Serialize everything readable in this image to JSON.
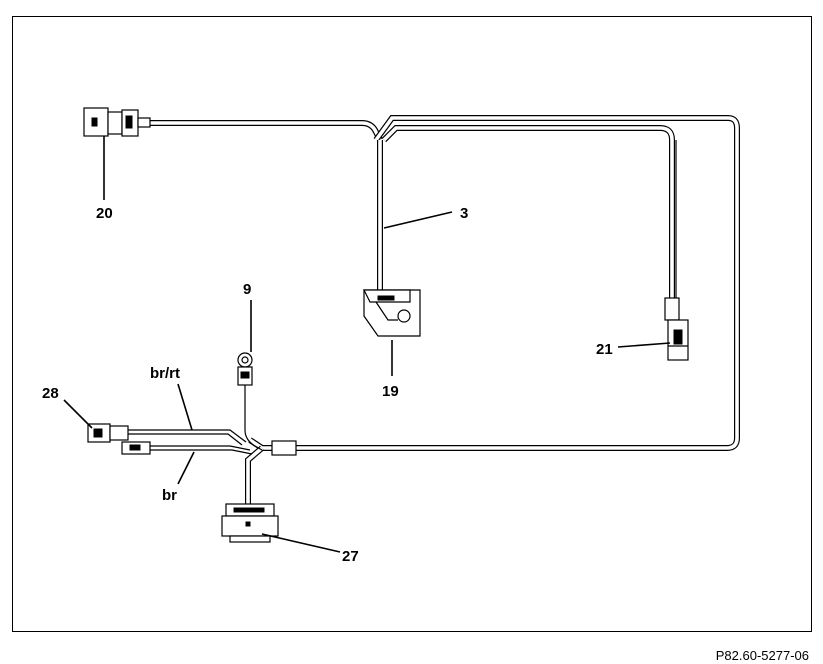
{
  "diagram": {
    "callouts": {
      "c3": "3",
      "c9": "9",
      "c19": "19",
      "c20": "20",
      "c21": "21",
      "c27": "27",
      "c28": "28"
    },
    "wire_labels": {
      "br_rt": "br/rt",
      "br": "br"
    },
    "reference_number": "P82.60-5277-06"
  }
}
